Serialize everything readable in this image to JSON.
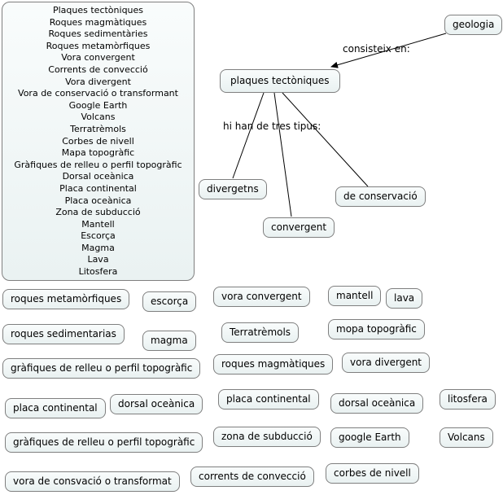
{
  "palette": {
    "background": "#ffffff",
    "node_fill_top": "#f9fcfc",
    "node_fill_bottom": "#e9f1f1",
    "node_border": "#7f7f7f",
    "line_color": "#000000",
    "text_color": "#000000"
  },
  "term_list": [
    "Plaques tectòniques",
    "Roques magmàtiques",
    "Roques sedimentàries",
    "Roques metamòrfiques",
    "Vora convergent",
    "Corrents de convecció",
    "Vora divergent",
    "Vora de conservació o transformant",
    "Google Earth",
    "Volcans",
    "Terratrèmols",
    "Corbes de nivell",
    "Mapa topogràfic",
    "Gràfiques de relleu o perfil topogràfic",
    "Dorsal oceànica",
    "Placa continental",
    "Placa oceànica",
    "Zona de subducció",
    "Mantell",
    "Escorça",
    "Magma",
    "Lava",
    "Litosfera"
  ],
  "diagram": {
    "root": "geologia",
    "edge1_label": "consisteix en:",
    "main": "plaques tectòniques",
    "edge2_label": "hi han de tres tipus:",
    "types": [
      "divergetns",
      "convergent",
      "de conservació"
    ]
  },
  "floating_nodes": [
    "roques metamòrfiques",
    "escorça",
    "vora convergent",
    "mantell",
    "lava",
    "roques sedimentarias",
    "magma",
    "Terratrèmols",
    "mopa topogràfic",
    "gràfiques de relleu o perfil topogràfic",
    "roques magmàtiques",
    "vora divergent",
    "placa continental",
    "dorsal oceànica",
    "placa continental",
    "dorsal oceànica",
    "litosfera",
    "gràfiques de relleu o perfil topogràfic",
    "zona de subducció",
    "google Earth",
    "Volcans",
    "vora de consvació o transformat",
    "corrents de convecció",
    "corbes de nivell"
  ]
}
